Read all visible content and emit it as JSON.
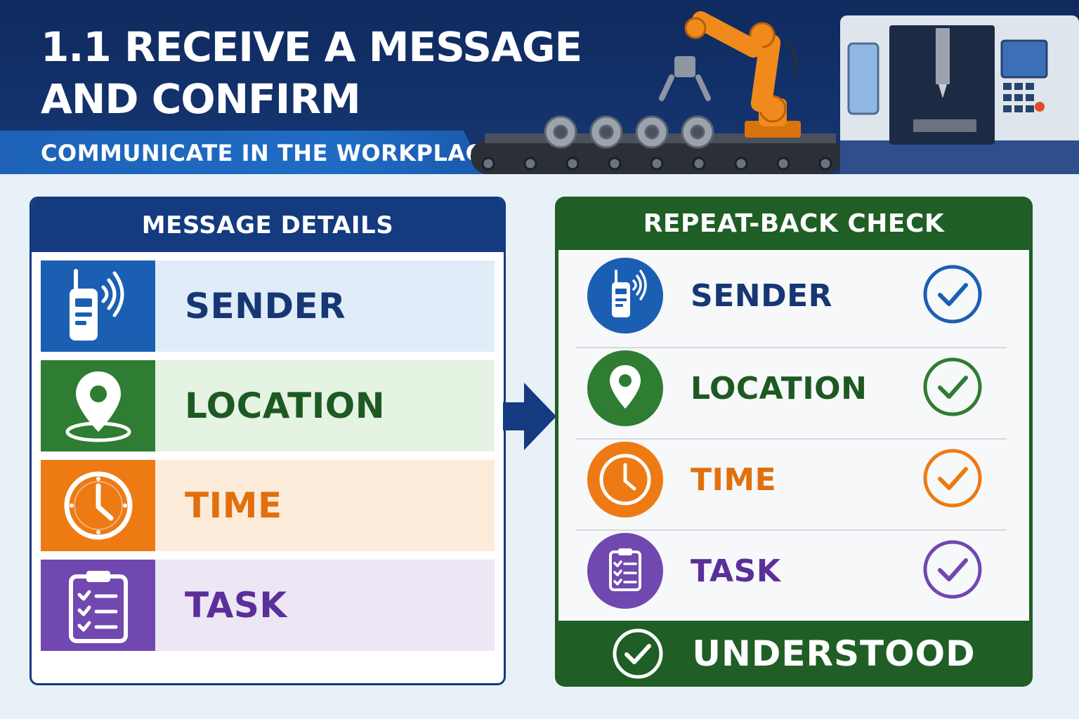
{
  "header": {
    "title": "1.1 Receive a Message and Confirm Understanding",
    "subtitle": "Communicate in the Workplace"
  },
  "message_details": {
    "heading": "Message Details",
    "items": [
      {
        "label": "SENDER",
        "icon": "radio-icon",
        "color": "#1b5fb3",
        "bg": "#e0edf9",
        "text_color": "#163774"
      },
      {
        "label": "LOCATION",
        "icon": "location-pin-icon",
        "color": "#2e7d32",
        "bg": "#e5f3e2",
        "text_color": "#1d5a22"
      },
      {
        "label": "TIME",
        "icon": "clock-icon",
        "color": "#ee7a14",
        "bg": "#fdebd9",
        "text_color": "#e0700e"
      },
      {
        "label": "TASK",
        "icon": "clipboard-checklist-icon",
        "color": "#7048b0",
        "bg": "#ece6f5",
        "text_color": "#5b2f99"
      }
    ]
  },
  "repeat_back": {
    "heading": "Repeat-Back Check",
    "items": [
      {
        "label": "SENDER",
        "icon": "radio-icon",
        "color": "#1b5fb3",
        "text_color": "#163774"
      },
      {
        "label": "LOCATION",
        "icon": "location-pin-icon",
        "color": "#2e7d32",
        "text_color": "#1d5a22"
      },
      {
        "label": "TIME",
        "icon": "clock-icon",
        "color": "#ee7a14",
        "text_color": "#e0700e"
      },
      {
        "label": "TASK",
        "icon": "clipboard-checklist-icon",
        "color": "#7048b0",
        "text_color": "#5b2f99"
      }
    ],
    "confirm_label": "UNDERSTOOD",
    "color": "#1f5e24"
  },
  "colors": {
    "header_navy": "#0f2a5e",
    "panel_navy": "#143a80",
    "accent_blue": "#1d62b8",
    "robot_orange": "#f08a1c"
  }
}
